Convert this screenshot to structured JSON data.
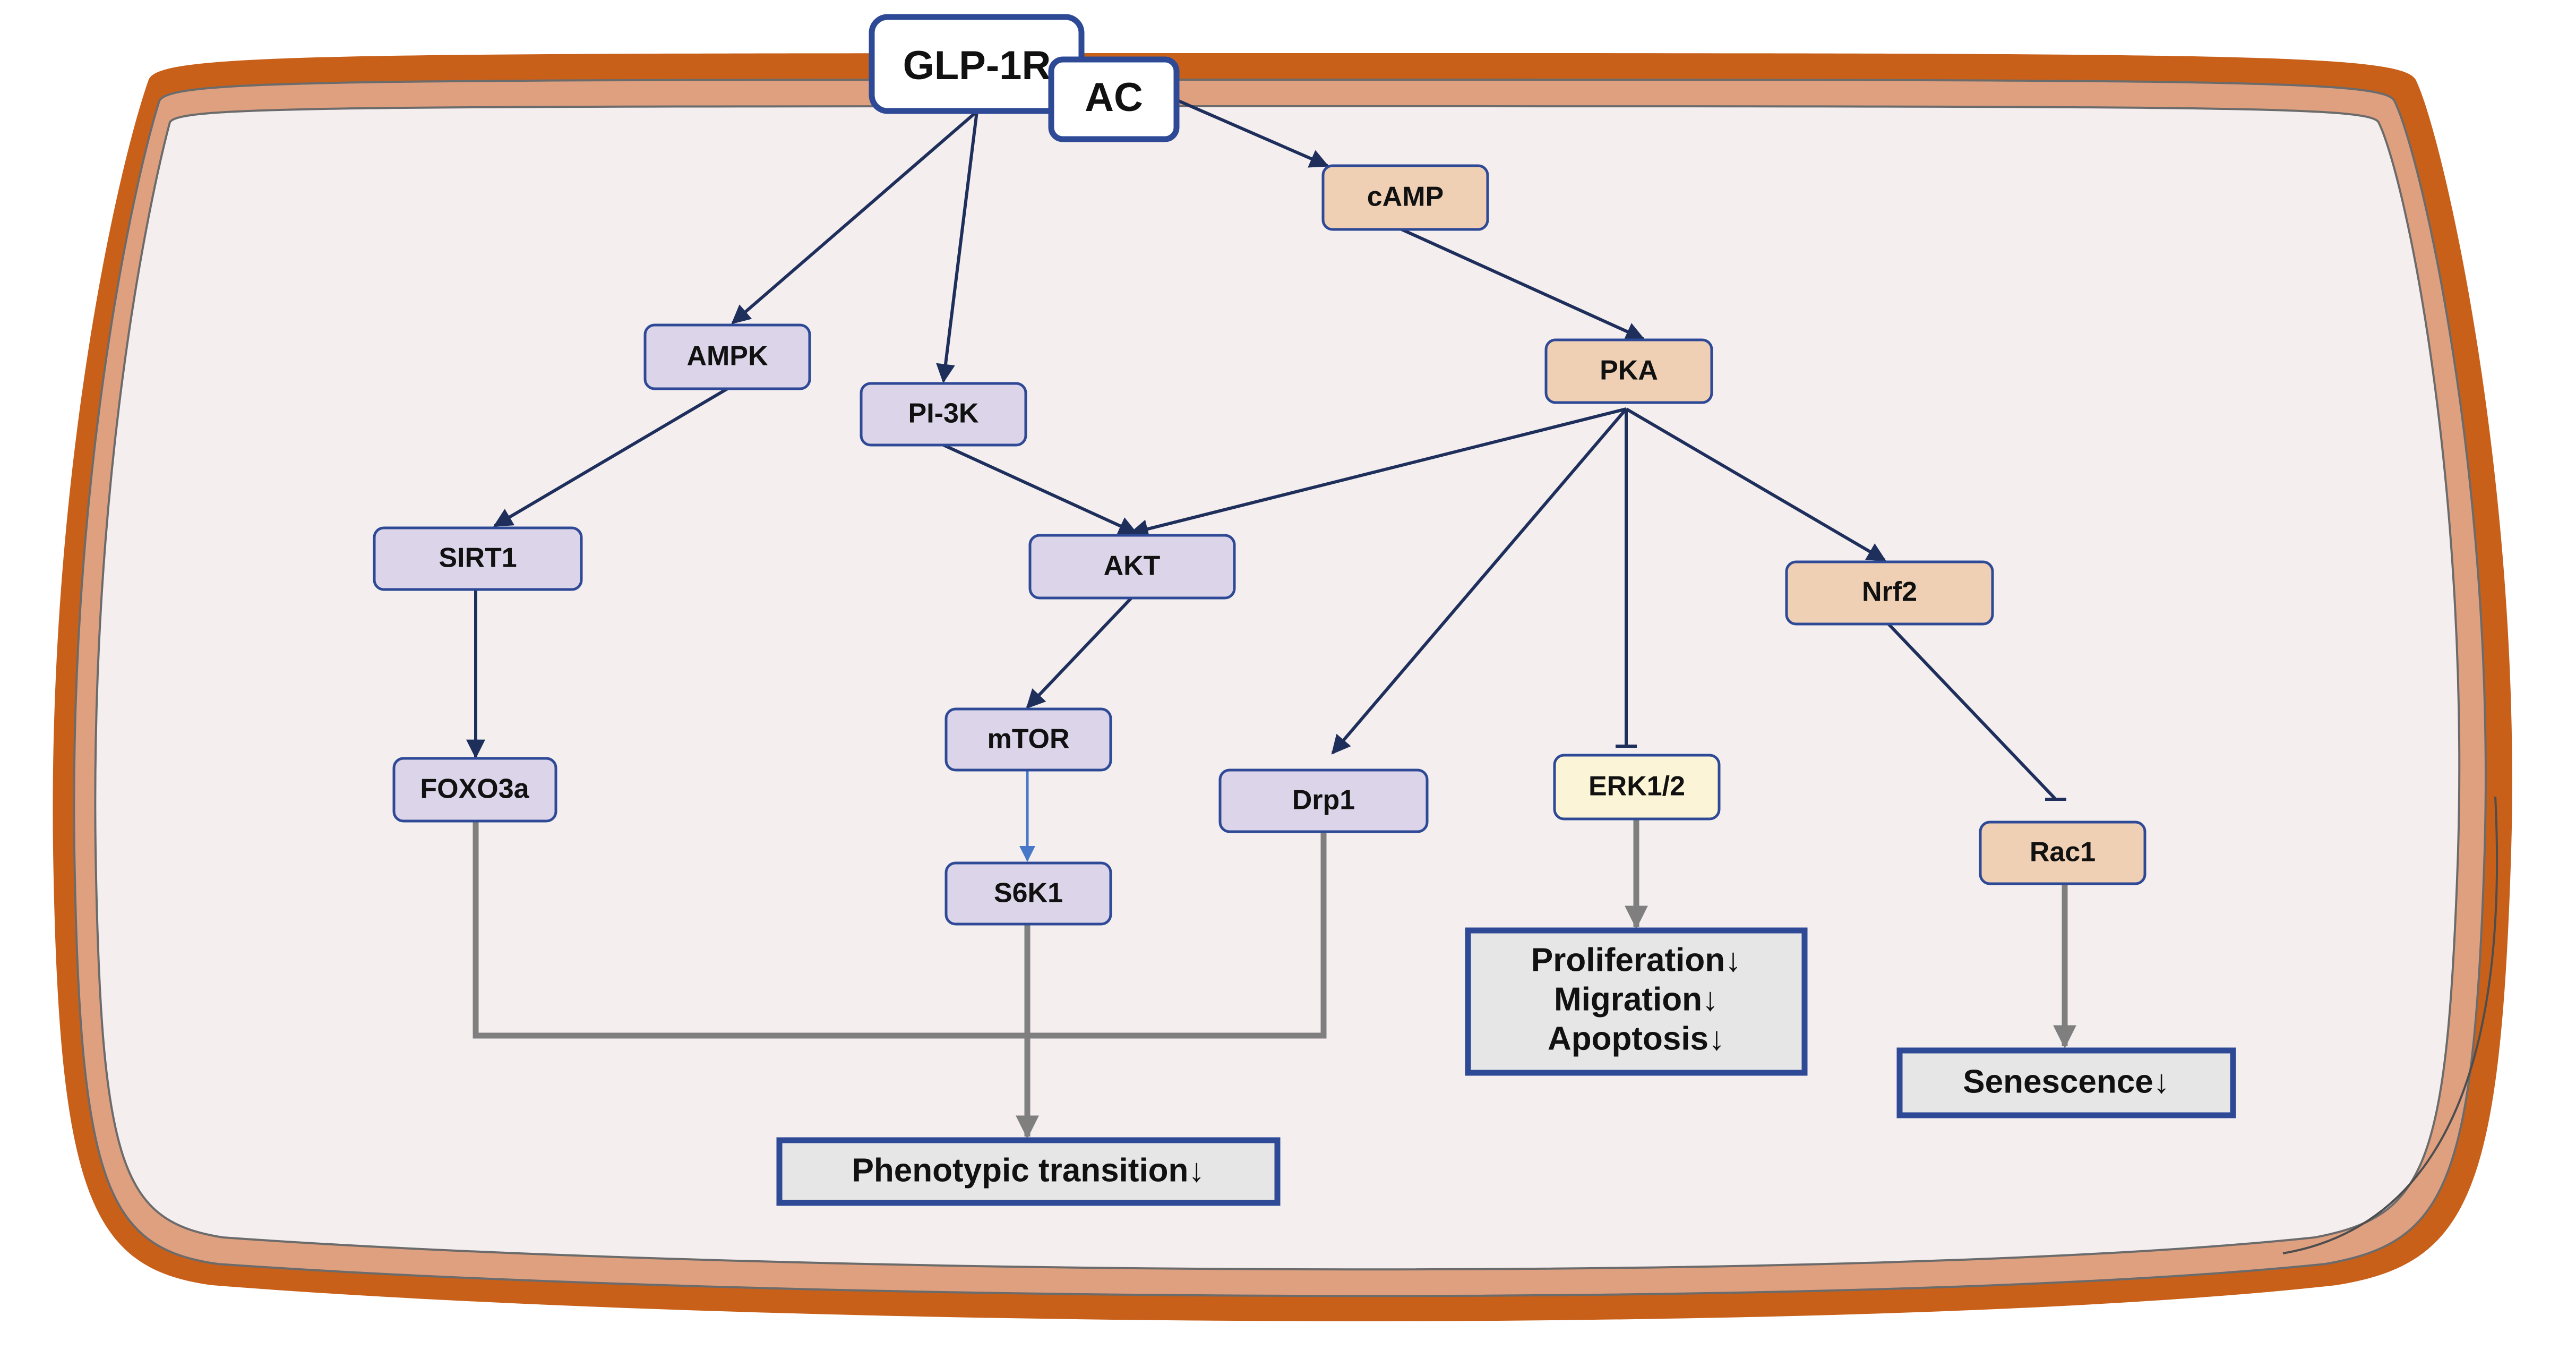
{
  "receptors": {
    "glp1r": "GLP-1R",
    "ac": "AC"
  },
  "nodes": {
    "camp": "cAMP",
    "pka": "PKA",
    "ampk": "AMPK",
    "pi3k": "PI-3K",
    "sirt1": "SIRT1",
    "akt": "AKT",
    "nrf2": "Nrf2",
    "foxo3a": "FOXO3a",
    "mtor": "mTOR",
    "drp1": "Drp1",
    "erk12": "ERK1/2",
    "rac1": "Rac1",
    "s6k1": "S6K1"
  },
  "outcomes": {
    "proliferation": "Proliferation↓",
    "migration": "Migration↓",
    "apoptosis": "Apoptosis↓",
    "senescence": "Senescence↓",
    "phenotypic_transition": "Phenotypic transition↓"
  },
  "colors": {
    "cell_outer": "#c8601a",
    "cell_middle": "#dfa080",
    "cell_interior": "#f4eeef",
    "purple_node": "#dcd4e8",
    "peach_node": "#f0d0b4",
    "yellow_node": "#fbf4d6",
    "outcome_fill": "#e6e6e6",
    "box_border": "#2e4a96",
    "arrow_dark": "#1f2f5c",
    "arrow_light": "#4a78c8",
    "arrow_gray": "#7f7f7f"
  }
}
